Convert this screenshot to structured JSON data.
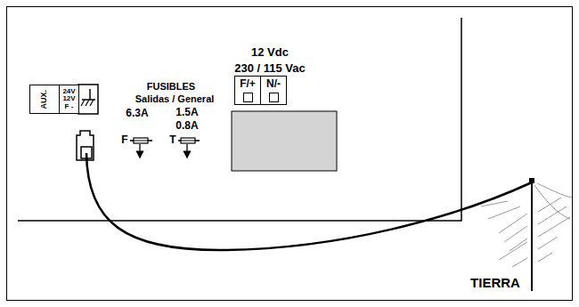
{
  "diagram": {
    "nodes": [
      {
        "text": [
          "AUX."
        ]
      },
      {
        "text": [
          "24V 12V F -"
        ]
      },
      {
        "text": [
          "F/+"
        ]
      },
      {
        "text": [
          "N/-"
        ]
      }
    ],
    "labels": [
      "12 Vdc",
      "230 / 115 Vac",
      "FUSIBLES",
      "Salidas / General",
      "6.3A",
      "1.5A",
      "0.8A",
      "F",
      "T",
      "TIERRA"
    ]
  }
}
